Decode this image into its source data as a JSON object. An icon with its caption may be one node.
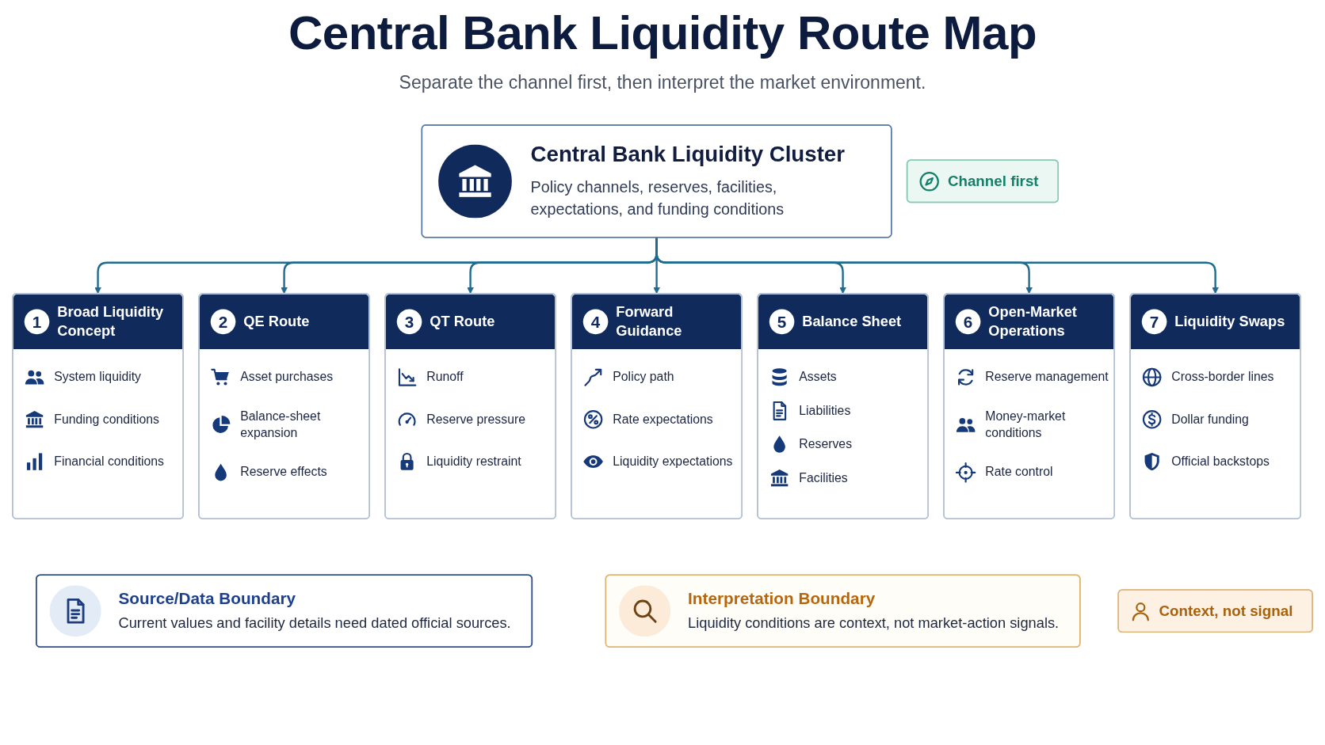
{
  "diagram": {
    "title": "Central Bank Liquidity Route Map",
    "nodes": [
      {
        "text": [
          "Central Bank Liquidity Cluster",
          "Policy channels, reserves, facilities, expectations, and funding conditions"
        ]
      },
      {
        "text": [
          "Channel first"
        ]
      },
      {
        "text": [
          "1",
          "Broad Liquidity Concept",
          "System liquidity",
          "Funding conditions",
          "Financial conditions"
        ]
      },
      {
        "text": [
          "2",
          "QE Route",
          "Asset purchases",
          "Balance-sheet expansion",
          "Reserve effects"
        ]
      },
      {
        "text": [
          "3",
          "QT Route",
          "Runoff",
          "Reserve pressure",
          "Liquidity restraint"
        ]
      },
      {
        "text": [
          "4",
          "Forward Guidance",
          "Policy path",
          "Rate expectations",
          "Liquidity expectations"
        ]
      },
      {
        "text": [
          "5",
          "Balance Sheet",
          "Assets",
          "Liabilities",
          "Reserves",
          "Facilities"
        ]
      },
      {
        "text": [
          "6",
          "Open-Market Operations",
          "Reserve management",
          "Money-market conditions",
          "Rate control"
        ]
      },
      {
        "text": [
          "7",
          "Liquidity Swaps",
          "Cross-border lines",
          "Dollar funding",
          "Official backstops"
        ]
      },
      {
        "text": [
          "Source/Data Boundary",
          "Current values and facility details need dated official sources."
        ]
      },
      {
        "text": [
          "Interpretation Boundary",
          "Liquidity conditions are context, not market-action signals."
        ]
      },
      {
        "text": [
          "Context, not signal"
        ]
      }
    ],
    "edges": [
      {
        "from": 0,
        "to": 2,
        "arrow": "to"
      },
      {
        "from": 0,
        "to": 3,
        "arrow": "to"
      },
      {
        "from": 0,
        "to": 4,
        "arrow": "to"
      },
      {
        "from": 0,
        "to": 5,
        "arrow": "to"
      },
      {
        "from": 0,
        "to": 6,
        "arrow": "to"
      },
      {
        "from": 0,
        "to": 7,
        "arrow": "to"
      },
      {
        "from": 0,
        "to": 8,
        "arrow": "to"
      }
    ],
    "labels": [
      "Separate the channel first, then interpret the market environment."
    ]
  }
}
